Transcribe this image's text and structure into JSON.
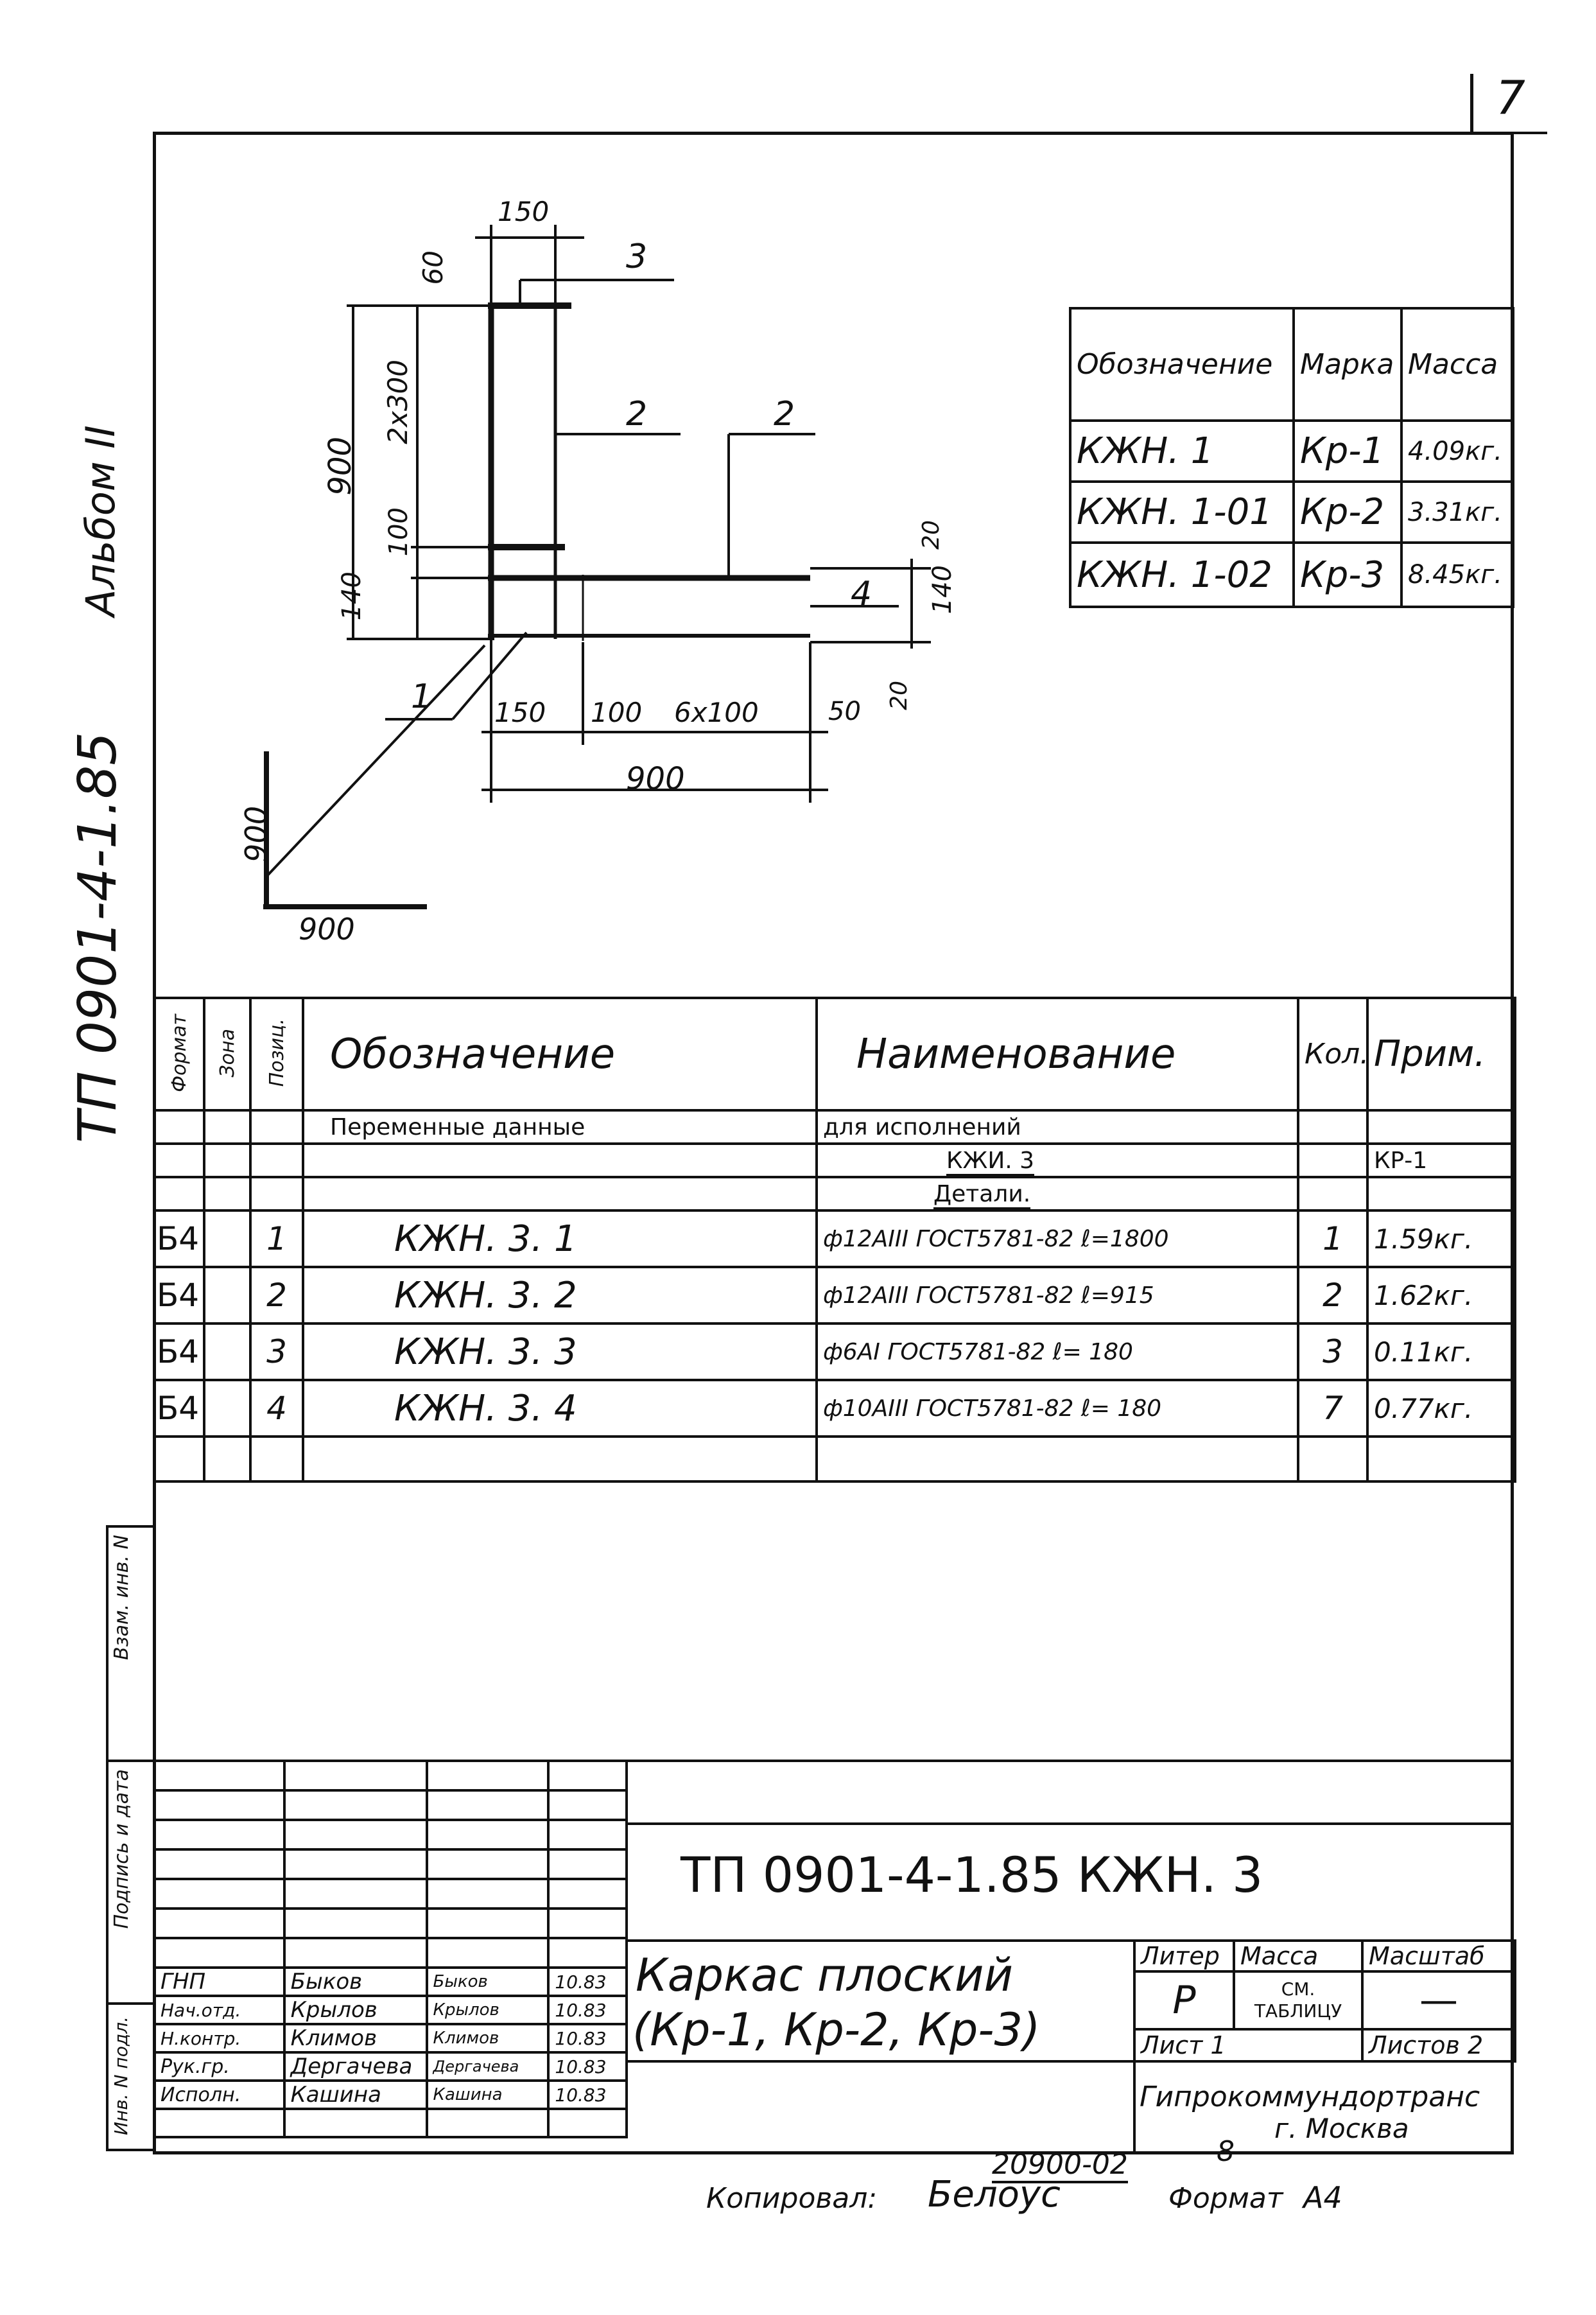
{
  "page_number": "7",
  "album_side": "Альбом II",
  "code_side": "ТП 0901-4-1.85",
  "marks_table": {
    "headers": [
      "Обозначение",
      "Марка",
      "Масса"
    ],
    "rows": [
      [
        "КЖН. 1",
        "Кр-1",
        "4.09кг."
      ],
      [
        "КЖН. 1-01",
        "Кр-2",
        "3.31кг."
      ],
      [
        "КЖН. 1-02",
        "Кр-3",
        "8.45кг."
      ]
    ]
  },
  "drawing": {
    "dims": [
      "150",
      "60",
      "2х300",
      "900",
      "100",
      "140",
      "20",
      "140",
      "20",
      "150",
      "100",
      "6х100",
      "50",
      "900",
      "900",
      "900"
    ],
    "positions": [
      "3",
      "2",
      "2",
      "4",
      "1"
    ]
  },
  "spec": {
    "headers": {
      "format": "Формат",
      "zone": "Зона",
      "pos": "Позиц.",
      "designation": "Обозначение",
      "name": "Наименование",
      "qty": "Кол.",
      "note": "Прим."
    },
    "variable_row": {
      "designation": "Переменные данные",
      "name": "для исполнений"
    },
    "variant_row": {
      "name": "КЖИ. 3",
      "note": "КР-1"
    },
    "details_row": {
      "name": "Детали."
    },
    "rows": [
      {
        "format": "Б4",
        "pos": "1",
        "designation": "КЖН. 3. 1",
        "name": "ф12АIII ГОСТ5781-82 ℓ=1800",
        "qty": "1",
        "note": "1.59кг."
      },
      {
        "format": "Б4",
        "pos": "2",
        "designation": "КЖН. 3. 2",
        "name": "ф12АIII ГОСТ5781-82 ℓ=915",
        "qty": "2",
        "note": "1.62кг."
      },
      {
        "format": "Б4",
        "pos": "3",
        "designation": "КЖН. 3. 3",
        "name": "ф6АI ГОСТ5781-82 ℓ= 180",
        "qty": "3",
        "note": "0.11кг."
      },
      {
        "format": "Б4",
        "pos": "4",
        "designation": "КЖН. 3. 4",
        "name": "ф10АIII ГОСТ5781-82 ℓ= 180",
        "qty": "7",
        "note": "0.77кг."
      }
    ]
  },
  "left_strip": {
    "labels": [
      "Инв. N подл.",
      "Подпись и дата",
      "Взам. инв. N"
    ]
  },
  "title_block": {
    "doc_code": "ТП 0901-4-1.85  КЖН. 3",
    "title": "Каркас плоский",
    "subtitle": "(Кр-1, Кр-2, Кр-3)",
    "liter_label": "Литер",
    "mass_label": "Масса",
    "scale_label": "Масштаб",
    "liter": "Р",
    "mass": "СМ. ТАБЛИЦУ",
    "scale": "—",
    "sheet": "Лист 1",
    "sheets": "Листов 2",
    "org": "Гипрокоммундортранс",
    "city": "г. Москва",
    "staff": [
      {
        "role": "ГНП",
        "name": "Быков",
        "sign": "Быков",
        "date": "10.83"
      },
      {
        "role": "Нач.отд.",
        "name": "Крылов",
        "sign": "Крылов",
        "date": "10.83"
      },
      {
        "role": "Н.контр.",
        "name": "Климов",
        "sign": "Климов",
        "date": "10.83"
      },
      {
        "role": "Рук.гр.",
        "name": "Дергачева",
        "sign": "Дергачева",
        "date": "10.83"
      },
      {
        "role": "Исполн.",
        "name": "Кашина",
        "sign": "Кашина",
        "date": "10.83"
      }
    ]
  },
  "footer": {
    "copy_number": "20900-02",
    "copy_num_suffix": "8",
    "copied_label": "Копировал:",
    "copied_by": "Белоус",
    "format_label": "Формат",
    "format_value": "А4"
  }
}
